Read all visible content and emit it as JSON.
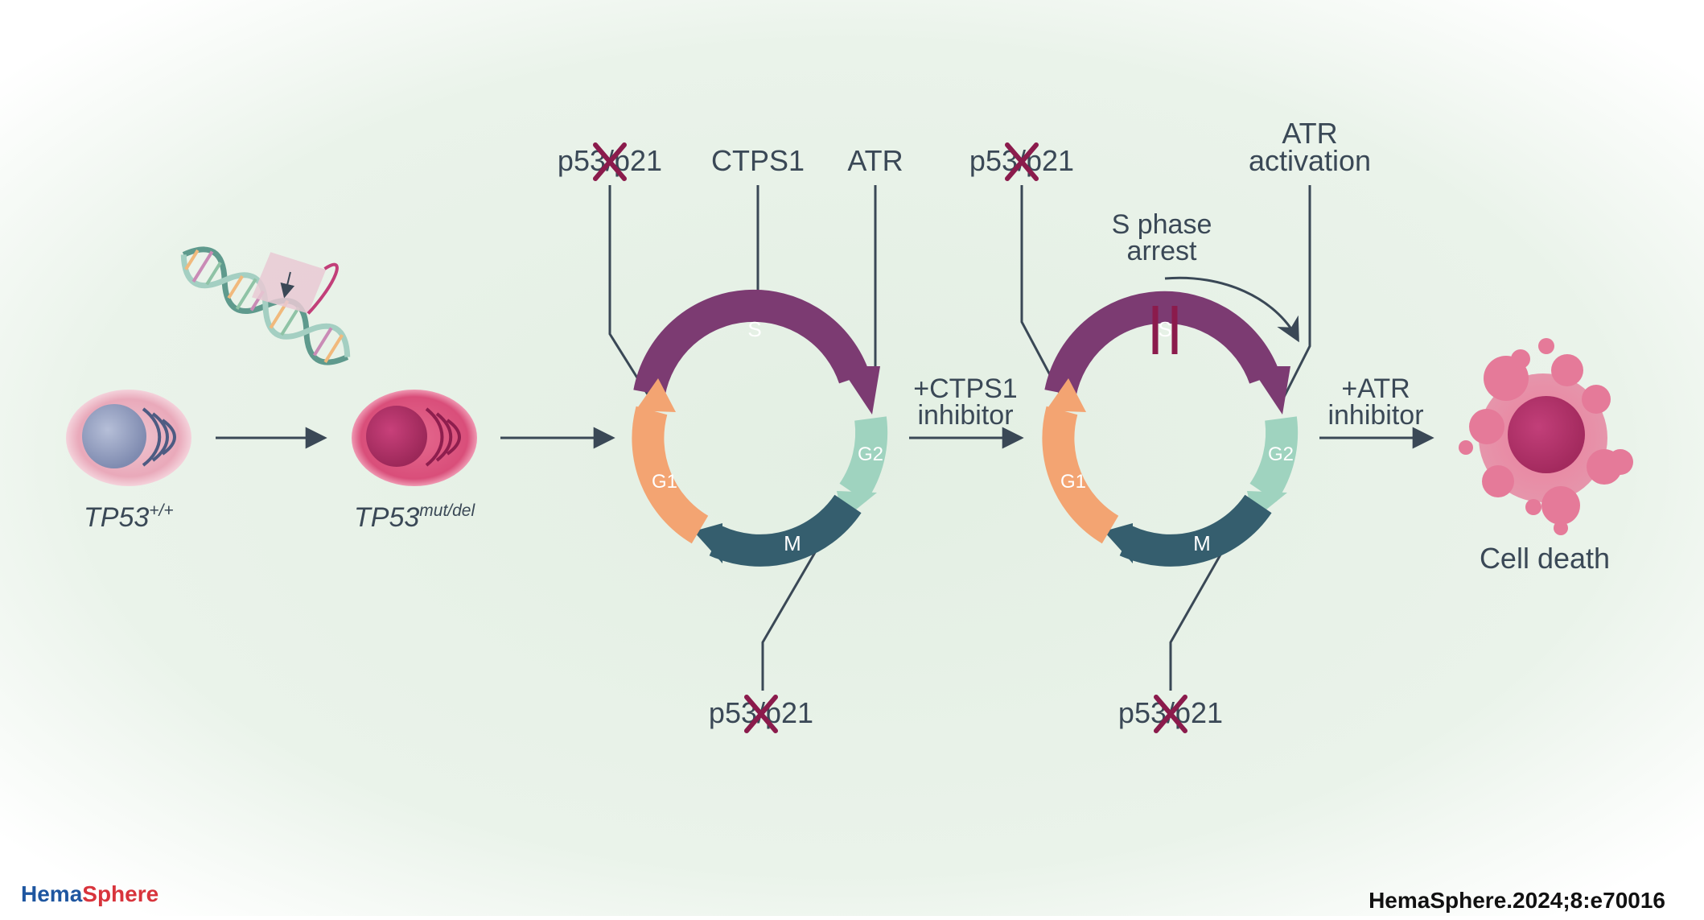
{
  "cells": {
    "normal": {
      "gene": "TP53",
      "sup": "+/+"
    },
    "mutant": {
      "gene": "TP53",
      "sup": "mut/del"
    }
  },
  "cycle1": {
    "top_labels": [
      "p53/p21",
      "CTPS1",
      "ATR"
    ],
    "bottom_label": "p53/p21",
    "phases": {
      "s": "S",
      "g2": "G2",
      "m": "M",
      "g1": "G1"
    }
  },
  "cycle2": {
    "top_left_label": "p53/p21",
    "atr_label": [
      "ATR",
      "activation"
    ],
    "arrest_label": [
      "S phase",
      "arrest"
    ],
    "bottom_label": "p53/p21",
    "phases": {
      "s": "S",
      "g2": "G2",
      "m": "M",
      "g1": "G1"
    }
  },
  "transitions": {
    "ctps1": [
      "+CTPS1",
      "inhibitor"
    ],
    "atr": [
      "+ATR",
      "inhibitor"
    ]
  },
  "outcome": "Cell death",
  "footer": {
    "brand_part1": "Hema",
    "brand_part2": "Sphere",
    "citation": "HemaSphere.2024;8:e70016"
  },
  "colors": {
    "s_phase": "#7c3b72",
    "g2_phase": "#9fd3bf",
    "m_phase": "#355e6e",
    "g1_phase": "#f3a472",
    "line": "#3a4856",
    "cross": "#8b1b4c",
    "brand_blue": "#1e56a0",
    "brand_red": "#d8343c"
  }
}
